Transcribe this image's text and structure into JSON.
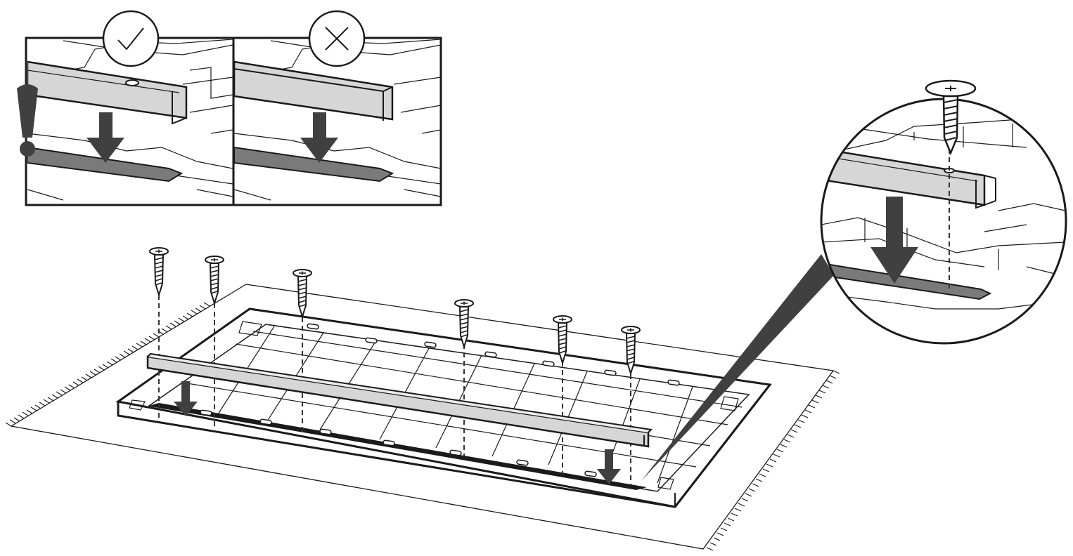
{
  "figure": {
    "kind": "assembly-instruction",
    "step_text": ""
  },
  "colors": {
    "ink": "#1a1a1a",
    "arrow": "#404040",
    "rail_fill": "#d6d6d6",
    "floor_strip": "#7a7a7a",
    "background": "#ffffff"
  },
  "icons": {
    "correct": "check-mark-icon",
    "incorrect": "cross-mark-icon",
    "warning": "exclamation-icon",
    "fastener": "screw-icon"
  },
  "panels": [
    {
      "name": "correct-orientation-panel",
      "verdict": "correct"
    },
    {
      "name": "incorrect-orientation-panel",
      "verdict": "incorrect"
    }
  ],
  "screw_count": 6
}
